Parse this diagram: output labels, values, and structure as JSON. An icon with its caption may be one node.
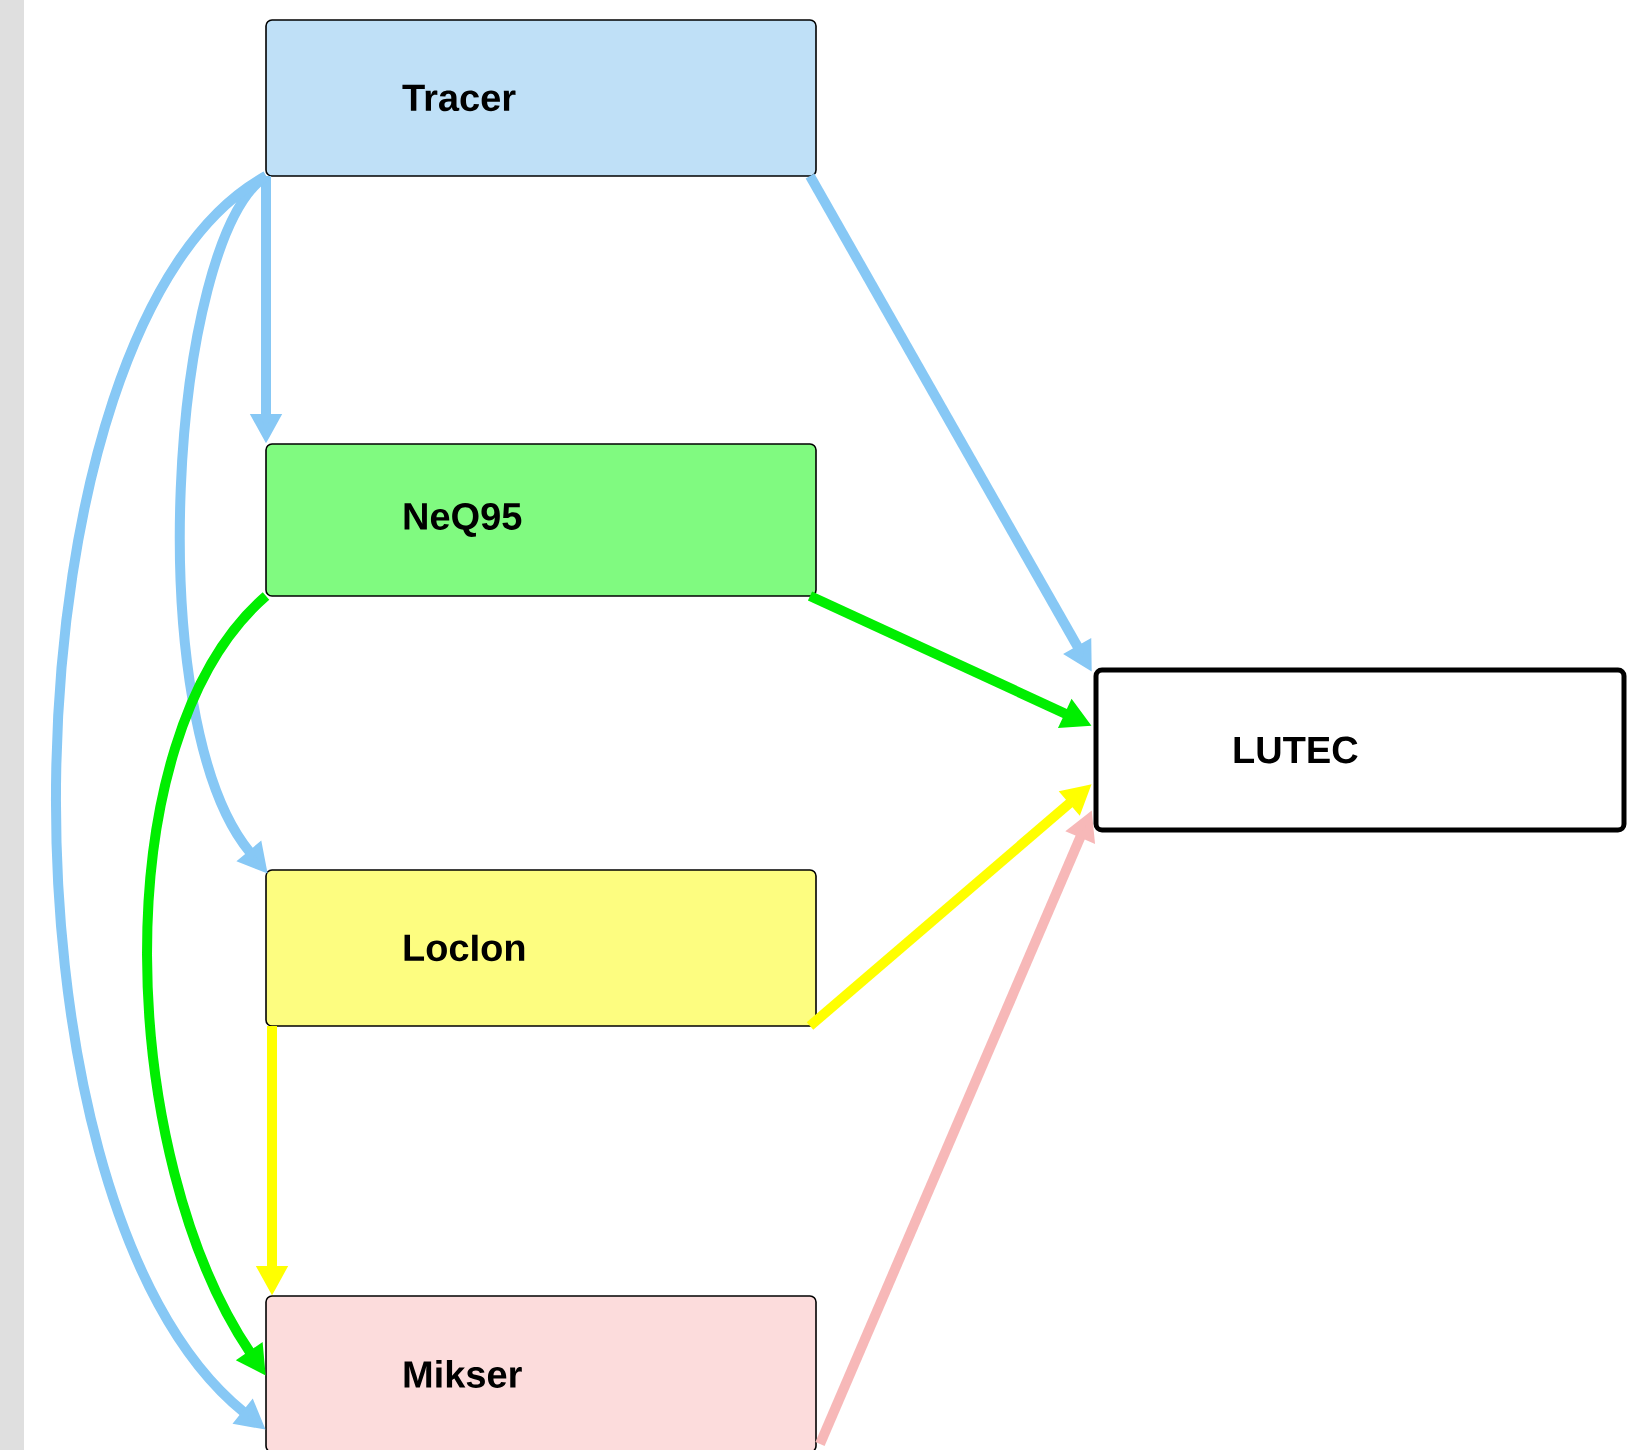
{
  "diagram": {
    "nodes": [
      {
        "text": [
          "Tracer"
        ]
      },
      {
        "text": [
          "NeQ95"
        ]
      },
      {
        "text": [
          "LocIon"
        ]
      },
      {
        "text": [
          "Mikser"
        ]
      },
      {
        "text": [
          "LUTEC"
        ]
      }
    ],
    "edges": [
      {
        "from": 0,
        "to": 1,
        "arrow": "to"
      },
      {
        "from": 0,
        "to": 2,
        "arrow": "to"
      },
      {
        "from": 0,
        "to": 3,
        "arrow": "to"
      },
      {
        "from": 0,
        "to": 4,
        "arrow": "to"
      },
      {
        "from": 1,
        "to": 4,
        "arrow": "to",
        "color": "#00ee00"
      },
      {
        "from": 1,
        "to": 3,
        "arrow": "to",
        "color": "#00ee00"
      },
      {
        "from": 2,
        "to": 4,
        "arrow": "to",
        "color": "#ffff00"
      },
      {
        "from": 2,
        "to": 3,
        "arrow": "to",
        "color": "#ffff00"
      },
      {
        "from": 3,
        "to": 4,
        "arrow": "to",
        "color": "#f7b8b8"
      }
    ]
  }
}
